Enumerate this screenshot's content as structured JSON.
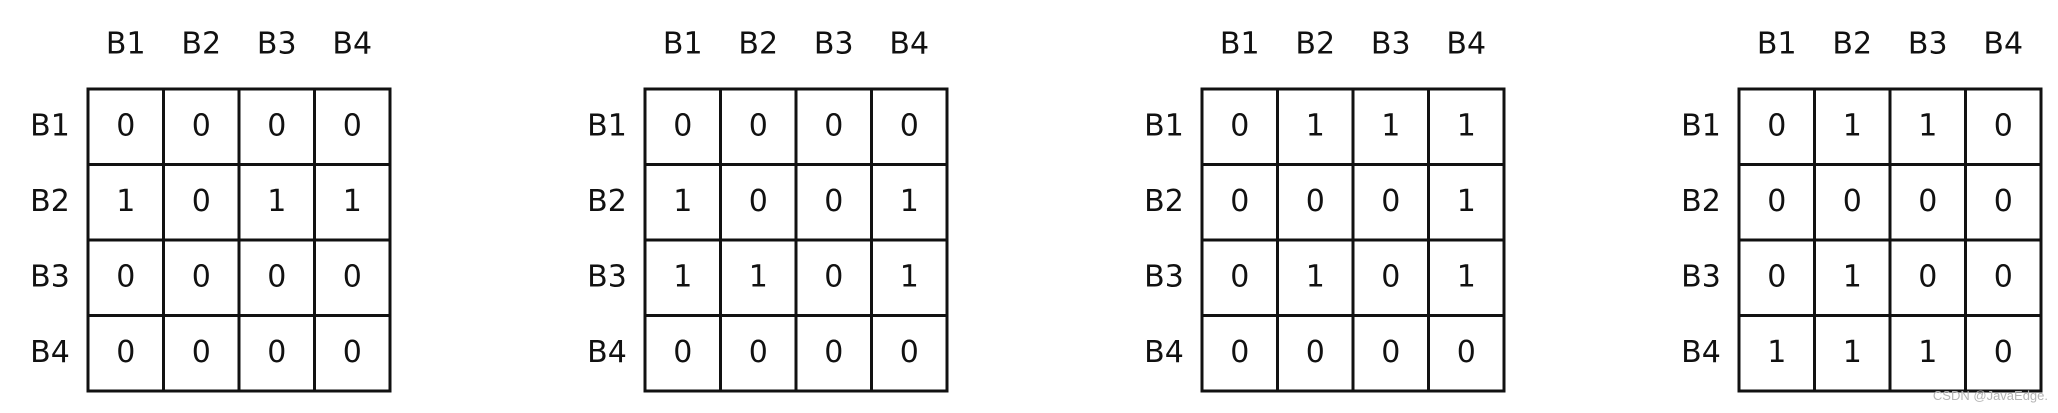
{
  "chart_data": {
    "type": "table",
    "matrices": [
      {
        "columns": [
          "B1",
          "B2",
          "B3",
          "B4"
        ],
        "rows": [
          "B1",
          "B2",
          "B3",
          "B4"
        ],
        "values": [
          [
            "0",
            "0",
            "0",
            "0"
          ],
          [
            "1",
            "0",
            "1",
            "1"
          ],
          [
            "0",
            "0",
            "0",
            "0"
          ],
          [
            "0",
            "0",
            "0",
            "0"
          ]
        ]
      },
      {
        "columns": [
          "B1",
          "B2",
          "B3",
          "B4"
        ],
        "rows": [
          "B1",
          "B2",
          "B3",
          "B4"
        ],
        "values": [
          [
            "0",
            "0",
            "0",
            "0"
          ],
          [
            "1",
            "0",
            "0",
            "1"
          ],
          [
            "1",
            "1",
            "0",
            "1"
          ],
          [
            "0",
            "0",
            "0",
            "0"
          ]
        ]
      },
      {
        "columns": [
          "B1",
          "B2",
          "B3",
          "B4"
        ],
        "rows": [
          "B1",
          "B2",
          "B3",
          "B4"
        ],
        "values": [
          [
            "0",
            "1",
            "1",
            "1"
          ],
          [
            "0",
            "0",
            "0",
            "1"
          ],
          [
            "0",
            "1",
            "0",
            "1"
          ],
          [
            "0",
            "0",
            "0",
            "0"
          ]
        ]
      },
      {
        "columns": [
          "B1",
          "B2",
          "B3",
          "B4"
        ],
        "rows": [
          "B1",
          "B2",
          "B3",
          "B4"
        ],
        "values": [
          [
            "0",
            "1",
            "1",
            "0"
          ],
          [
            "0",
            "0",
            "0",
            "0"
          ],
          [
            "0",
            "1",
            "0",
            "0"
          ],
          [
            "1",
            "1",
            "1",
            "0"
          ]
        ]
      }
    ]
  },
  "watermark": "CSDN @JavaEdge."
}
